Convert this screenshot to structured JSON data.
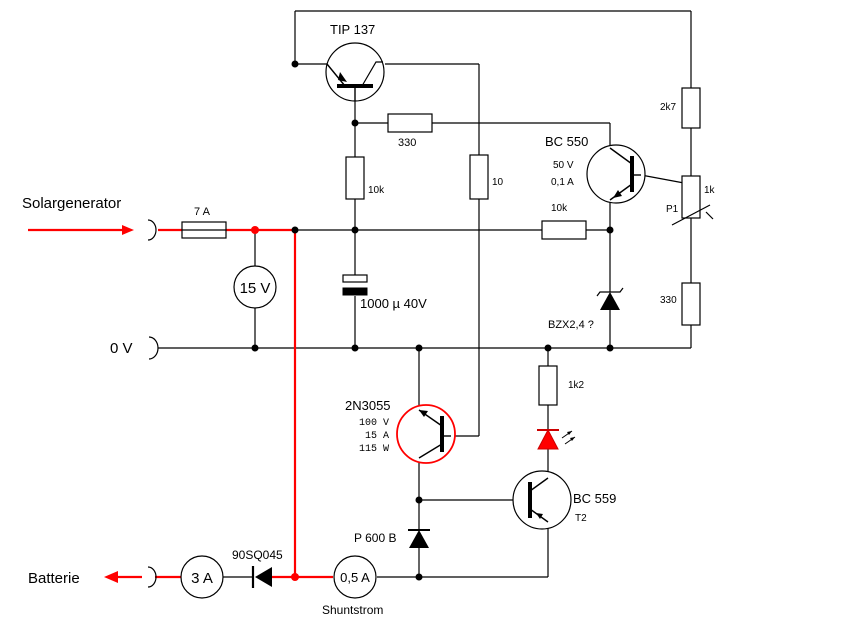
{
  "labels": {
    "solar_input": "Solargenerator",
    "battery_output": "Batterie",
    "ground": "0 V",
    "shunt_current": "Shuntstrom"
  },
  "components": {
    "tip137": {
      "label": "TIP 137"
    },
    "r330_top": {
      "value": "330"
    },
    "r10k_left": {
      "value": "10k"
    },
    "r10": {
      "value": "10"
    },
    "bc550": {
      "label": "BC 550",
      "voltage": "50 V",
      "current": "0,1 A"
    },
    "r2k7": {
      "value": "2k7"
    },
    "pot": {
      "value": "1k",
      "name": "P1"
    },
    "r330_right": {
      "value": "330"
    },
    "fuse": {
      "value": "7 A"
    },
    "r10k_mid": {
      "value": "10k"
    },
    "voltmeter": {
      "value": "15 V"
    },
    "capacitor": {
      "value": "1000 µ  40V"
    },
    "zener": {
      "value": "BZX2,4 ?"
    },
    "r1k2": {
      "value": "1k2"
    },
    "t2n3055": {
      "label": "2N3055",
      "spec1": "100 V",
      "spec2": "15 A",
      "spec3": "115 W"
    },
    "bc559": {
      "label": "BC 559",
      "name": "T2"
    },
    "p600b": {
      "label": "P 600 B"
    },
    "diode_90sq": {
      "label": "90SQ045"
    },
    "ammeter_batt": {
      "value": "3 A"
    },
    "ammeter_shunt": {
      "value": "0,5 A"
    }
  },
  "colors": {
    "wire": "#000000",
    "power_path": "#ff0000",
    "led": "#ff0000"
  }
}
